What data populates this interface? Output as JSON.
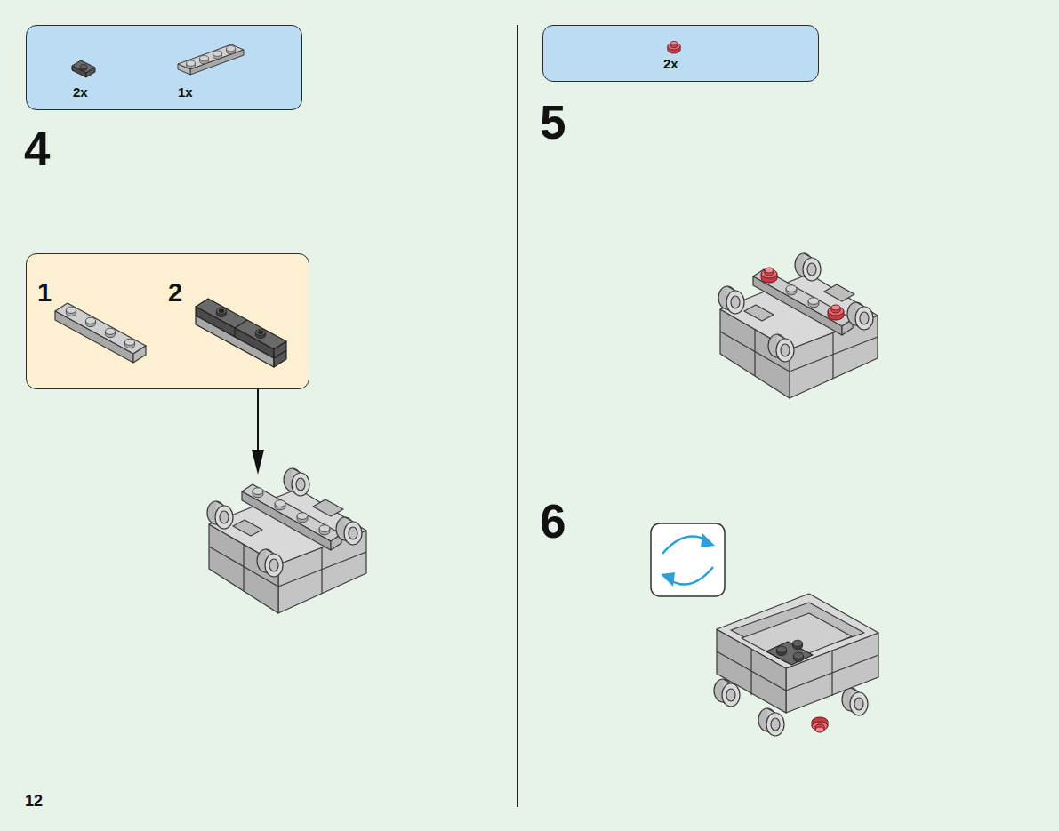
{
  "diagram": {
    "nodes": [
      {
        "text": [
          "2x",
          "1x"
        ]
      },
      {
        "text": [
          "1",
          "2"
        ]
      },
      {
        "text": [
          "2x"
        ]
      }
    ],
    "labels": [
      "4",
      "5",
      "6",
      "12"
    ]
  }
}
